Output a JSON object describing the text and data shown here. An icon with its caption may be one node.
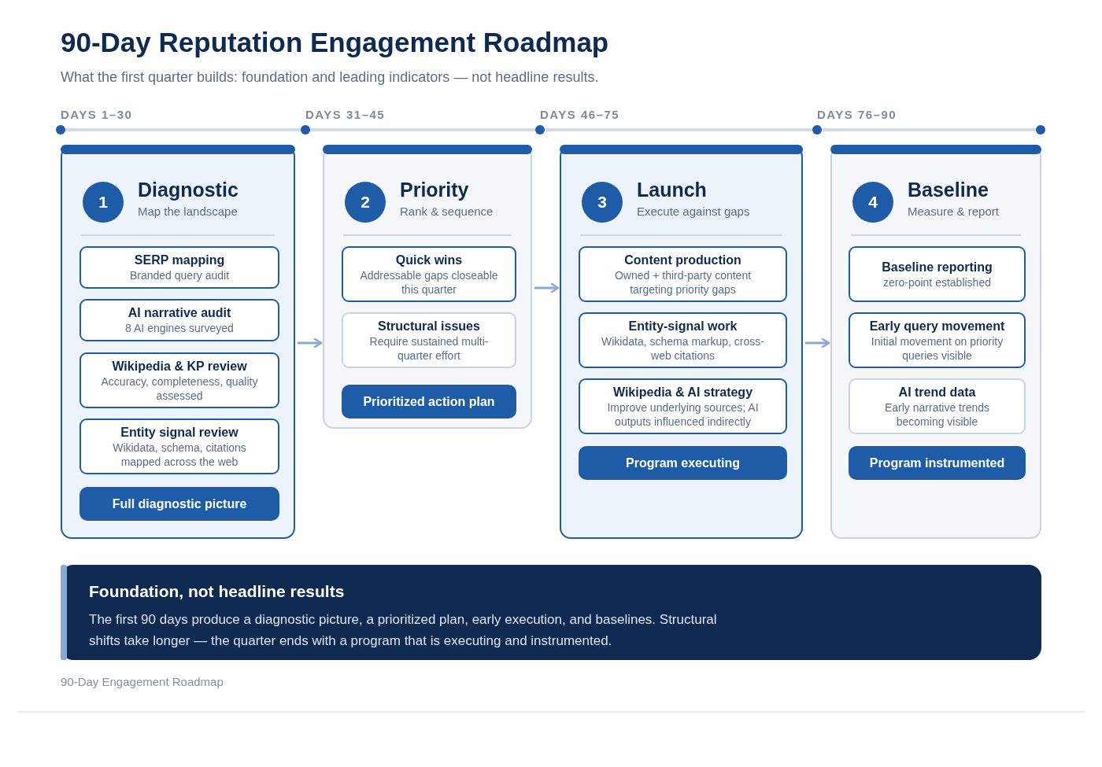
{
  "diagram": {
    "title": "90-Day Reputation Engagement Roadmap",
    "nodes": [
      {
        "text": [
          "1",
          "Diagnostic",
          "Map the landscape"
        ]
      },
      {
        "text": [
          "SERP mapping",
          "Branded query audit"
        ],
        "in": 0
      },
      {
        "text": [
          "AI narrative audit",
          "8 AI engines surveyed"
        ],
        "in": 0
      },
      {
        "text": [
          "Wikipedia & KP review",
          "Accuracy, completeness, quality assessed"
        ],
        "in": 0
      },
      {
        "text": [
          "Entity signal review",
          "Wikidata, schema, citations mapped across the web"
        ],
        "in": 0
      },
      {
        "text": [
          "Full diagnostic picture"
        ],
        "in": 0
      },
      {
        "text": [
          "2",
          "Priority",
          "Rank & sequence"
        ]
      },
      {
        "text": [
          "Quick wins",
          "Addressable gaps closeable this quarter"
        ],
        "in": 6
      },
      {
        "text": [
          "Structural issues",
          "Require sustained multi-quarter effort"
        ],
        "in": 6
      },
      {
        "text": [
          "Prioritized action plan"
        ],
        "in": 6
      },
      {
        "text": [
          "3",
          "Launch",
          "Execute against gaps"
        ]
      },
      {
        "text": [
          "Content production",
          "Owned + third-party content targeting priority gaps"
        ],
        "in": 10
      },
      {
        "text": [
          "Entity-signal work",
          "Wikidata, schema markup, cross-web citations"
        ],
        "in": 10
      },
      {
        "text": [
          "Wikipedia & AI strategy",
          "Improve underlying sources; AI outputs influenced indirectly"
        ],
        "in": 10
      },
      {
        "text": [
          "Program executing"
        ],
        "in": 10
      },
      {
        "text": [
          "4",
          "Baseline",
          "Measure & report"
        ]
      },
      {
        "text": [
          "Baseline reporting",
          "zero-point established"
        ],
        "in": 15
      },
      {
        "text": [
          "Early query movement",
          "Initial movement on priority queries visible"
        ],
        "in": 15
      },
      {
        "text": [
          "AI trend data",
          "Early narrative trends becoming visible"
        ],
        "in": 15
      },
      {
        "text": [
          "Program instrumented"
        ],
        "in": 15
      },
      {
        "text": [
          "Foundation, not headline results",
          "The first 90 days produce a diagnostic picture, a prioritized plan, early execution, and baselines. Structural shifts take longer — the quarter ends with a program that is executing and instrumented."
        ]
      }
    ],
    "edges": [
      {
        "from": 0,
        "to": 6,
        "arrow": "to"
      },
      {
        "from": 6,
        "to": 10,
        "arrow": "to"
      },
      {
        "from": 10,
        "to": 15,
        "arrow": "to"
      }
    ],
    "labels": [
      "What the first quarter builds: foundation and leading indicators — not headline results.",
      "DAYS 1–30",
      "DAYS 31–45",
      "DAYS 46–75",
      "DAYS 76–90",
      "90-Day Engagement Roadmap"
    ]
  }
}
